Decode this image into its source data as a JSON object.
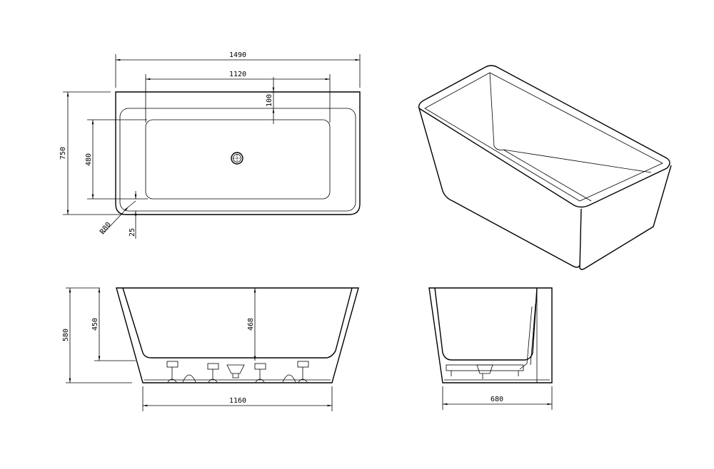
{
  "drawing": {
    "top_view": {
      "length": "1490",
      "basin_length": "1120",
      "back_rim": "100",
      "width": "750",
      "basin_width": "480",
      "corner_radius": "R80",
      "front_rim": "25"
    },
    "side_view": {
      "height": "580",
      "inner_depth": "450",
      "center_depth": "468",
      "base_length": "1160"
    },
    "end_view": {
      "base_width": "680"
    },
    "line_color": "#000000"
  }
}
